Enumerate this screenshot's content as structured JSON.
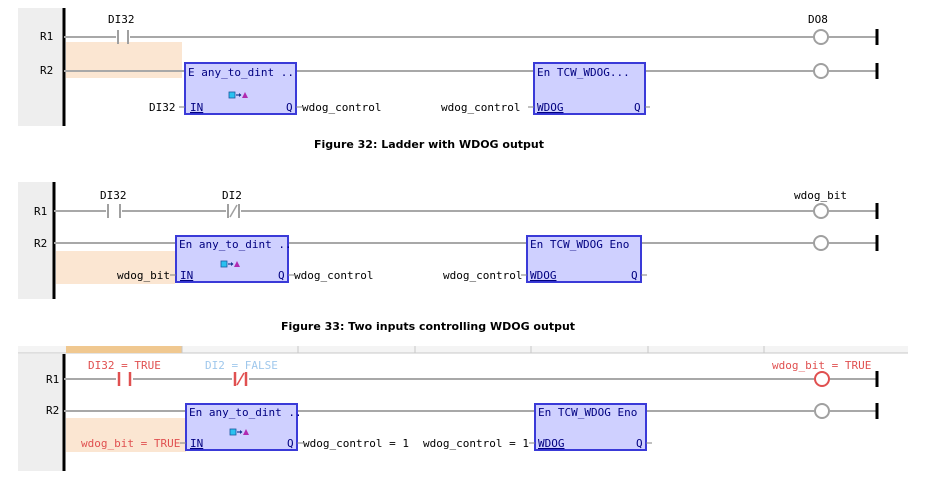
{
  "diagram1": {
    "rungs": [
      "R1",
      "R2"
    ],
    "contact_di32": "DI32",
    "coil_do8": "DO8",
    "fb1": {
      "title": "E any_to_dint ..",
      "in_pin": "IN",
      "out_pin": "Q",
      "in_var": "DI32",
      "out_var": "wdog_control"
    },
    "fb2": {
      "title": "En  TCW_WDOG...",
      "in_pin": "WDOG",
      "out_pin": "Q",
      "in_var": "wdog_control"
    },
    "caption": "Figure 32: Ladder with WDOG output"
  },
  "diagram2": {
    "rungs": [
      "R1",
      "R2"
    ],
    "contact_di32": "DI32",
    "contact_di2": "DI2",
    "coil": "wdog_bit",
    "fb1": {
      "title": "En any_to_dint ..",
      "in_pin": "IN",
      "out_pin": "Q",
      "in_var": "wdog_bit",
      "out_var": "wdog_control"
    },
    "fb2": {
      "title": "En  TCW_WDOG Eno",
      "in_pin": "WDOG",
      "out_pin": "Q",
      "in_var": "wdog_control"
    },
    "caption": "Figure 33: Two inputs controlling WDOG output"
  },
  "diagram3": {
    "rungs": [
      "R1",
      "R2"
    ],
    "contact_di32": "DI32 = TRUE",
    "contact_di2": "DI2 = FALSE",
    "coil": "wdog_bit = TRUE",
    "fb1": {
      "title": "En any_to_dint ..",
      "in_pin": "IN",
      "out_pin": "Q",
      "in_var": "wdog_bit = TRUE",
      "out_var": "wdog_control = 1"
    },
    "fb2": {
      "title": "En  TCW_WDOG Eno",
      "in_pin": "WDOG",
      "out_pin": "Q",
      "in_var": "wdog_control = 1"
    }
  },
  "colors": {
    "rail": "#000000",
    "wire": "#a8a8a8",
    "fb_fill": "#cfd0ff",
    "fb_border": "#3a3ad8",
    "fb_text": "#000080",
    "highlight": "#fbe6d2",
    "active_red": "#e05050",
    "inactive_blue": "#a0c8ec",
    "gutter": "#eeeeee"
  },
  "icons": [
    "convert-icon"
  ]
}
